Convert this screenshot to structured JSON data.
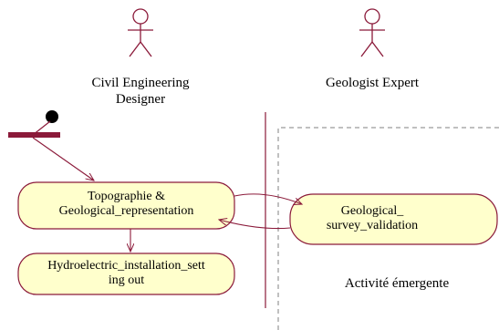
{
  "actors": [
    {
      "name_line1": "Civil Engineering",
      "name_line2": "Designer"
    },
    {
      "name_line1": "Geologist Expert"
    }
  ],
  "activities": {
    "topographie": {
      "line1": "Topographie &",
      "line2": "Geological_representation"
    },
    "hydroelectric": {
      "line1": "Hydroelectric_installation_sett",
      "line2": "ing out"
    },
    "geological_survey": {
      "line1": "Geological_",
      "line2": "survey_validation"
    }
  },
  "region": {
    "label": "Activité émergente"
  },
  "colors": {
    "line": "#8b1a3a",
    "activity_fill": "#ffffcc",
    "dashed_border": "#808080",
    "initial_node": "#000000"
  }
}
